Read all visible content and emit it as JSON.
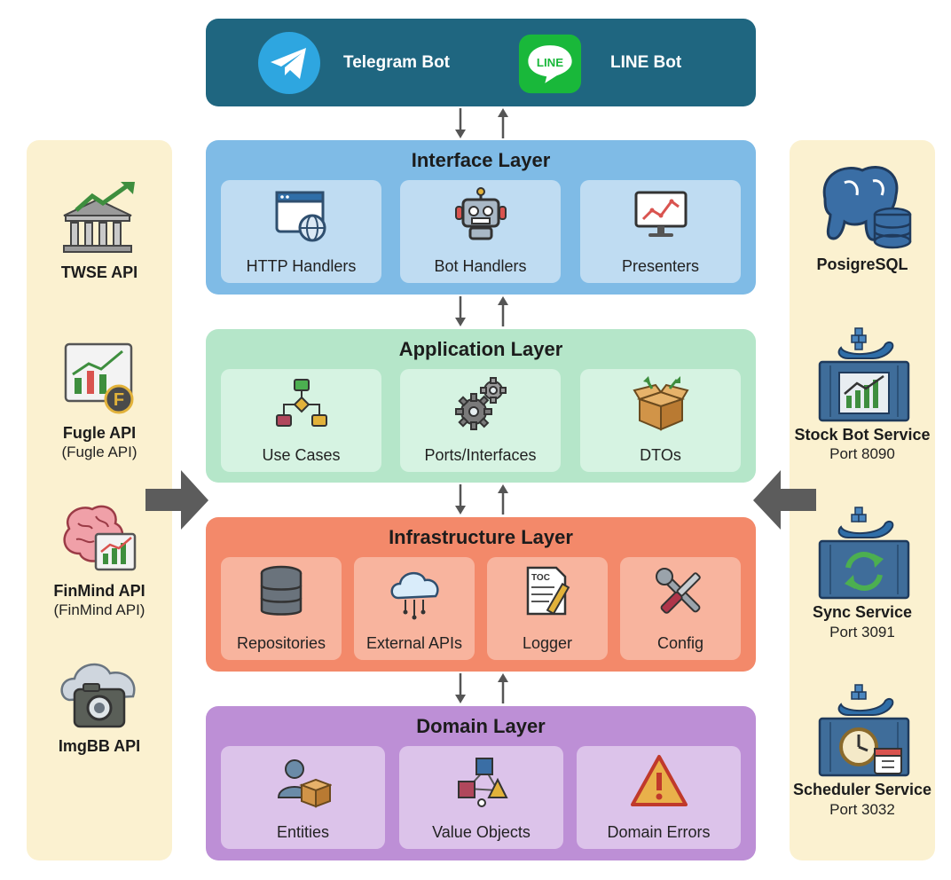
{
  "bots": {
    "telegram_label": "Telegram Bot",
    "line_logo_text": "LINE",
    "line_label": "LINE Bot"
  },
  "layers": {
    "interface": {
      "title": "Interface Layer",
      "items": [
        {
          "label": "HTTP Handlers",
          "icon": "browser-globe-icon"
        },
        {
          "label": "Bot Handlers",
          "icon": "robot-icon"
        },
        {
          "label": "Presenters",
          "icon": "monitor-chart-icon"
        }
      ]
    },
    "application": {
      "title": "Application Layer",
      "items": [
        {
          "label": "Use Cases",
          "icon": "flowchart-icon"
        },
        {
          "label": "Ports/Interfaces",
          "icon": "gears-icon"
        },
        {
          "label": "DTOs",
          "icon": "open-box-icon"
        }
      ]
    },
    "infrastructure": {
      "title": "Infrastructure Layer",
      "items": [
        {
          "label": "Repositories",
          "icon": "database-icon"
        },
        {
          "label": "External APIs",
          "icon": "cloud-icon"
        },
        {
          "label": "Logger",
          "icon": "document-pencil-icon",
          "icon_text": "TOC"
        },
        {
          "label": "Config",
          "icon": "wrench-screwdriver-icon"
        }
      ]
    },
    "domain": {
      "title": "Domain Layer",
      "items": [
        {
          "label": "Entities",
          "icon": "person-box-icon"
        },
        {
          "label": "Value Objects",
          "icon": "shapes-icon"
        },
        {
          "label": "Domain Errors",
          "icon": "warning-icon"
        }
      ]
    }
  },
  "external_apis": [
    {
      "title": "TWSE API",
      "subtitle": "",
      "icon": "bank-chart-icon"
    },
    {
      "title": "Fugle API",
      "subtitle": "(Fugle API)",
      "icon": "chart-f-badge-icon",
      "badge": "F"
    },
    {
      "title": "FinMind API",
      "subtitle": "(FinMind API)",
      "icon": "brain-chart-icon"
    },
    {
      "title": "ImgBB API",
      "subtitle": "",
      "icon": "cloud-camera-icon"
    }
  ],
  "services": [
    {
      "title": "PosigreSQL",
      "subtitle": "",
      "icon": "postgres-elephant-icon"
    },
    {
      "title": "Stock Bot Service",
      "subtitle": "Port 8090",
      "icon": "docker-chart-icon"
    },
    {
      "title": "Sync Service",
      "subtitle": "Port 3091",
      "icon": "docker-sync-icon"
    },
    {
      "title": "Scheduler Service",
      "subtitle": "Port 3032",
      "icon": "docker-clock-icon"
    }
  ],
  "colors": {
    "bots_bg": "#1f6680",
    "interface_bg": "#7fbbe6",
    "application_bg": "#b5e6c9",
    "infrastructure_bg": "#f3896a",
    "domain_bg": "#bd8fd6",
    "side_bg": "#fbf1d0",
    "arrow": "#555555"
  }
}
